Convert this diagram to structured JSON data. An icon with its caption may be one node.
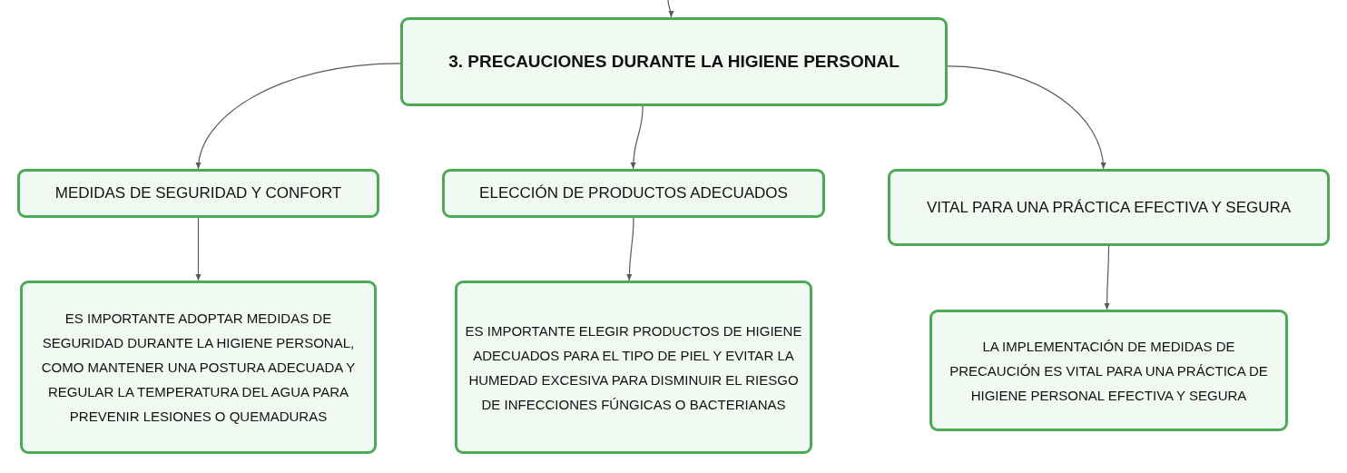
{
  "diagram": {
    "nodes": [
      {
        "text": [
          "3. PRECAUCIONES DURANTE LA HIGIENE PERSONAL"
        ]
      },
      {
        "text": [
          "MEDIDAS DE SEGURIDAD Y CONFORT"
        ]
      },
      {
        "text": [
          "ELECCIÓN DE PRODUCTOS ADECUADOS"
        ]
      },
      {
        "text": [
          "VITAL PARA UNA PRÁCTICA EFECTIVA Y SEGURA"
        ]
      },
      {
        "text": [
          "ES IMPORTANTE ADOPTAR MEDIDAS DE SEGURIDAD DURANTE LA HIGIENE PERSONAL, COMO MANTENER UNA POSTURA ADECUADA Y REGULAR LA TEMPERATURA DEL AGUA PARA PREVENIR LESIONES O QUEMADURAS"
        ]
      },
      {
        "text": [
          "ES IMPORTANTE ELEGIR PRODUCTOS DE HIGIENE ADECUADOS PARA EL TIPO DE PIEL Y EVITAR LA HUMEDAD EXCESIVA PARA DISMINUIR EL RIESGO DE INFECCIONES FÚNGICAS O BACTERIANAS"
        ]
      },
      {
        "text": [
          "LA IMPLEMENTACIÓN DE MEDIDAS DE PRECAUCIÓN ES VITAL PARA UNA PRÁCTICA DE HIGIENE PERSONAL EFECTIVA Y SEGURA"
        ]
      }
    ],
    "edges": [
      {
        "from": null,
        "to": 0,
        "arrow": "to"
      },
      {
        "from": 0,
        "to": 1,
        "arrow": "to"
      },
      {
        "from": 0,
        "to": 2,
        "arrow": "to"
      },
      {
        "from": 0,
        "to": 3,
        "arrow": "to"
      },
      {
        "from": 1,
        "to": 4,
        "arrow": "to"
      },
      {
        "from": 2,
        "to": 5,
        "arrow": "to"
      },
      {
        "from": 3,
        "to": 6,
        "arrow": "to"
      }
    ]
  }
}
